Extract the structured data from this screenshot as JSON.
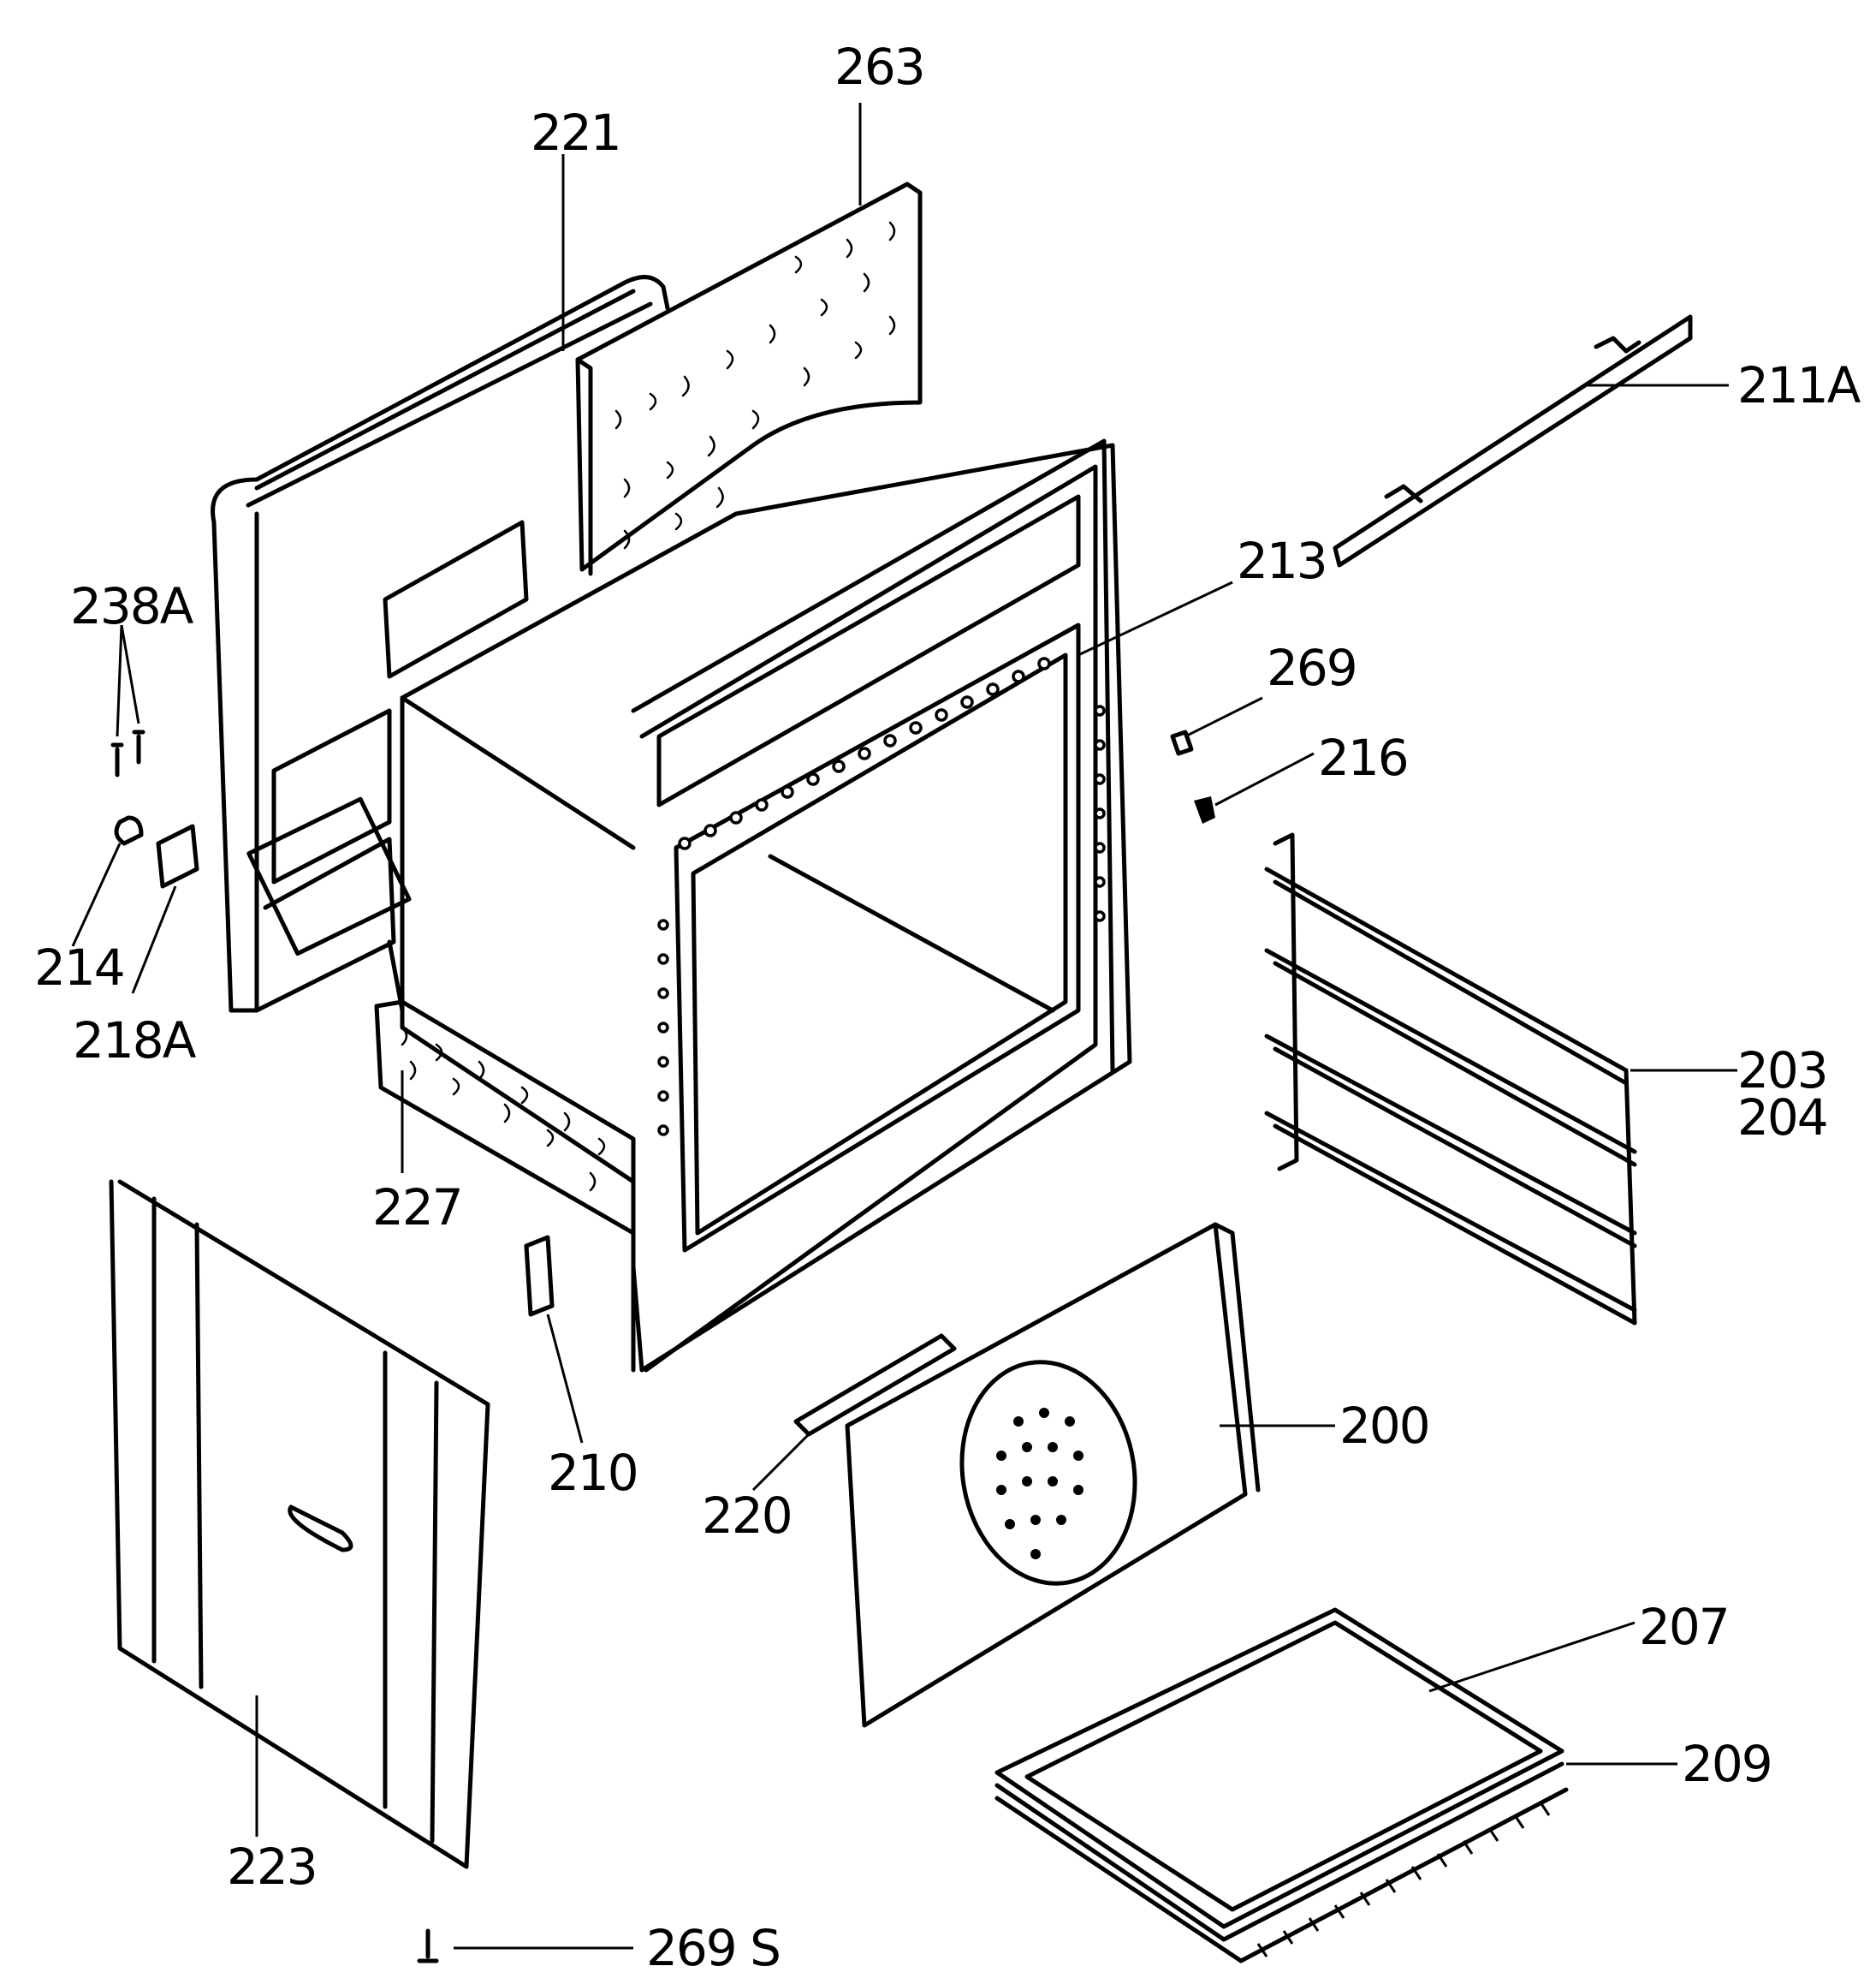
{
  "labels": {
    "l263": "263",
    "l221": "221",
    "l211A": "211A",
    "l238A": "238A",
    "l213": "213",
    "l269": "269",
    "l216": "216",
    "l214": "214",
    "l218A": "218A",
    "l203": "203",
    "l204": "204",
    "l227": "227",
    "l210": "210",
    "l200": "200",
    "l220": "220",
    "l207": "207",
    "l209": "209",
    "l223": "223",
    "l269S": "269 S"
  }
}
